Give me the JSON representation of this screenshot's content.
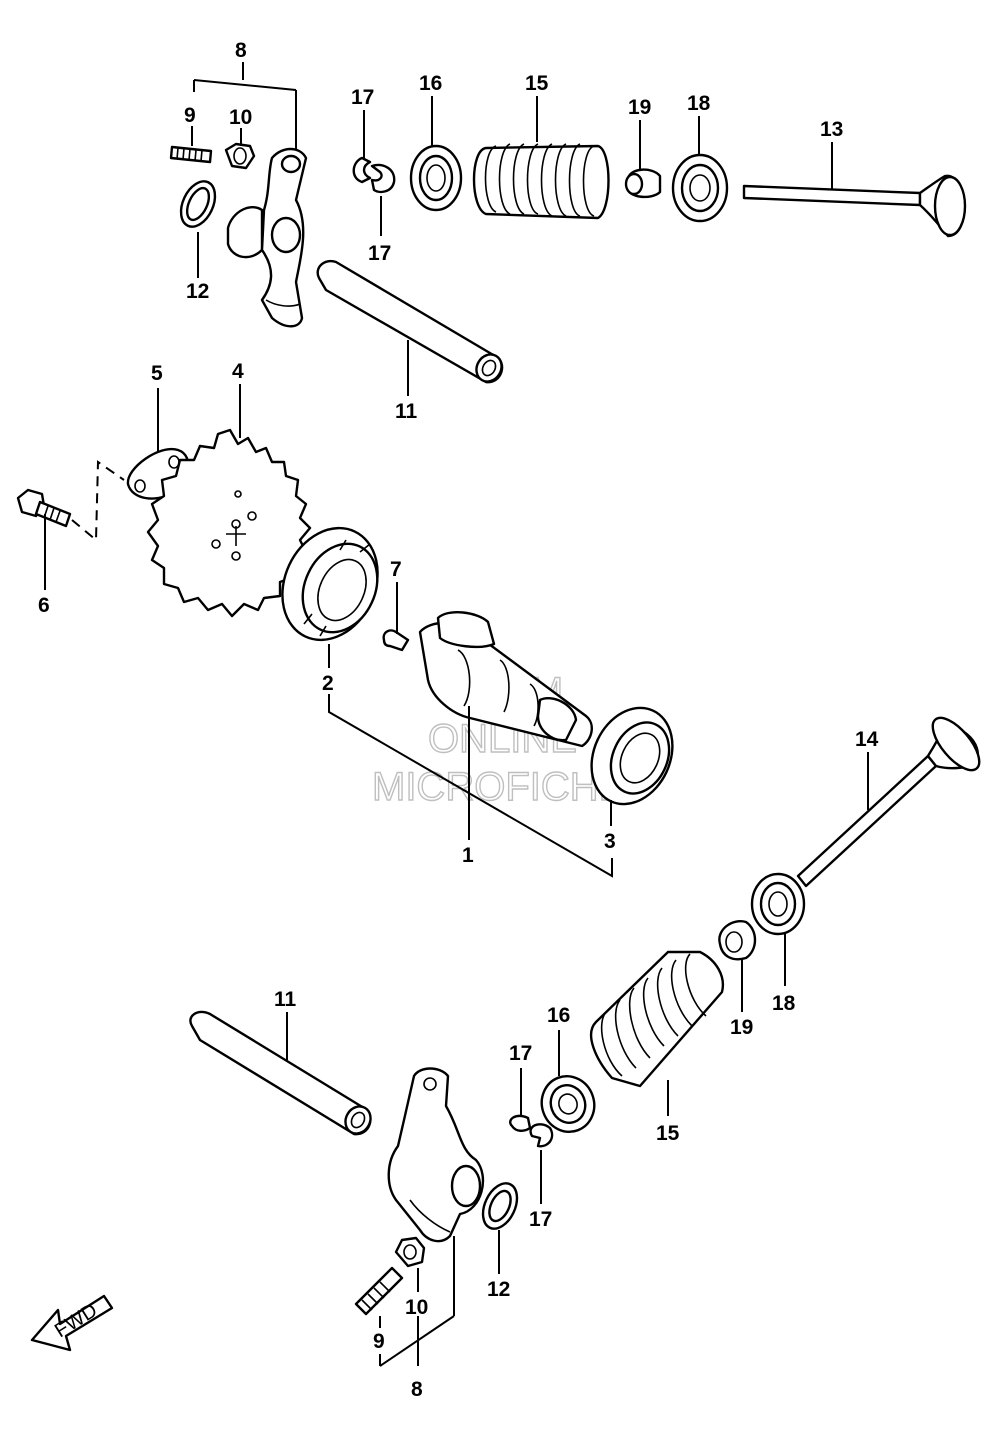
{
  "diagram": {
    "callouts": {
      "c1": "1",
      "c2": "2",
      "c3": "3",
      "c4": "4",
      "c5": "5",
      "c6": "6",
      "c7": "7",
      "c8_top": "8",
      "c9_top": "9",
      "c10_top": "10",
      "c11_top": "11",
      "c12_top": "12",
      "c13": "13",
      "c14": "14",
      "c15_top": "15",
      "c16_top": "16",
      "c17_top_a": "17",
      "c17_top_b": "17",
      "c18_top": "18",
      "c19_top": "19",
      "c8_bot": "8",
      "c9_bot": "9",
      "c10_bot": "10",
      "c11_bot": "11",
      "c12_bot": "12",
      "c15_bot": "15",
      "c16_bot": "16",
      "c17_bot_a": "17",
      "c17_bot_b": "17",
      "c18_bot": "18",
      "c19_bot": "19"
    },
    "watermark": {
      "line1": "HLSM",
      "line2": "ONLINE",
      "line3": "MICROFICHE"
    },
    "fwd_label": "FWD"
  }
}
